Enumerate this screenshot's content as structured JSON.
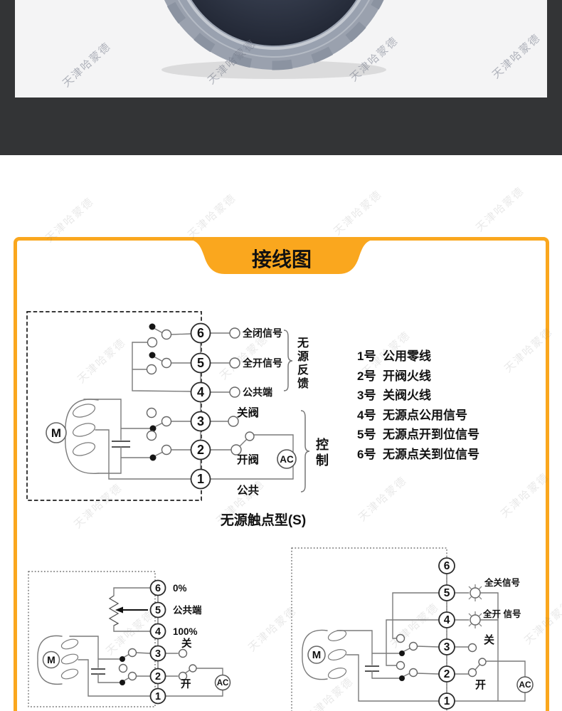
{
  "watermark": {
    "text": "天津哈蒙德"
  },
  "banner": {
    "title": "接线图"
  },
  "legend": {
    "items": [
      {
        "no": "1号",
        "desc": "公用零线"
      },
      {
        "no": "2号",
        "desc": "开阀火线"
      },
      {
        "no": "3号",
        "desc": "关阀火线"
      },
      {
        "no": "4号",
        "desc": "无源点公用信号"
      },
      {
        "no": "5号",
        "desc": "无源点开到位信号"
      },
      {
        "no": "6号",
        "desc": "无源点关到位信号"
      }
    ]
  },
  "caption": "无源触点型(S)",
  "main": {
    "terminals": [
      "6",
      "5",
      "4",
      "3",
      "2",
      "1"
    ],
    "t6": "全闭信号",
    "t5": "全开信号",
    "t4": "公共端",
    "t3": "关阀",
    "t2": "开阀",
    "t1": "公共",
    "motor": "M",
    "ac": "AC",
    "brace_feedback": "无源反馈",
    "brace_control": "控制"
  },
  "pot": {
    "terminals": [
      "6",
      "5",
      "4",
      "3",
      "2",
      "1"
    ],
    "t6": "0%",
    "t5": "公共端",
    "t4": "100%",
    "t3": "关",
    "t2": "开",
    "motor": "M",
    "ac": "AC"
  },
  "lamp": {
    "terminals": [
      "6",
      "5",
      "4",
      "3",
      "2",
      "1"
    ],
    "t5": "全关信号",
    "t4": "全开 信号",
    "t3": "关",
    "t2": "开",
    "motor": "M",
    "ac": "AC"
  },
  "colors": {
    "accent": "#FAA71E",
    "photo_band": "#333436",
    "photo_bg": "#f4f4f5"
  }
}
